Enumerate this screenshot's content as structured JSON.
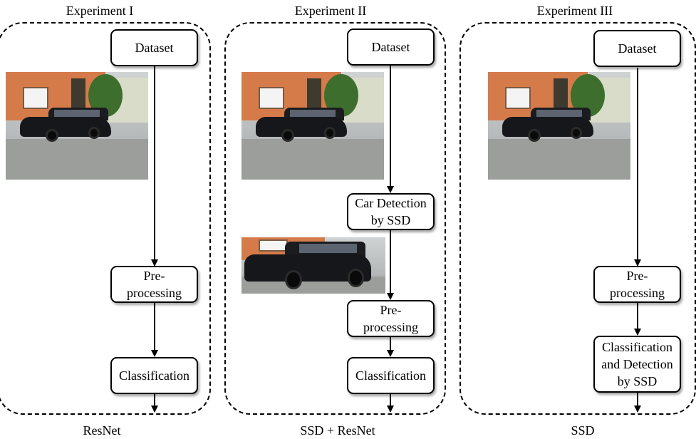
{
  "experiments": [
    {
      "title": "Experiment I",
      "model": "ResNet",
      "steps": [
        "Dataset",
        "Pre-\nprocessing",
        "Classification"
      ]
    },
    {
      "title": "Experiment II",
      "model": "SSD + ResNet",
      "steps": [
        "Dataset",
        "Car Detection\nby SSD",
        "Pre-\nprocessing",
        "Classification"
      ]
    },
    {
      "title": "Experiment III",
      "model": "SSD",
      "steps": [
        "Dataset",
        "Pre-\nprocessing",
        "Classification\nand Detection\nby SSD"
      ]
    }
  ],
  "photos": {
    "full_scene": "car-photo",
    "cropped_car": "cropped-car-photo"
  },
  "colors": {
    "line": "#000000",
    "house": "#d57b4a",
    "car": "#16171a"
  }
}
